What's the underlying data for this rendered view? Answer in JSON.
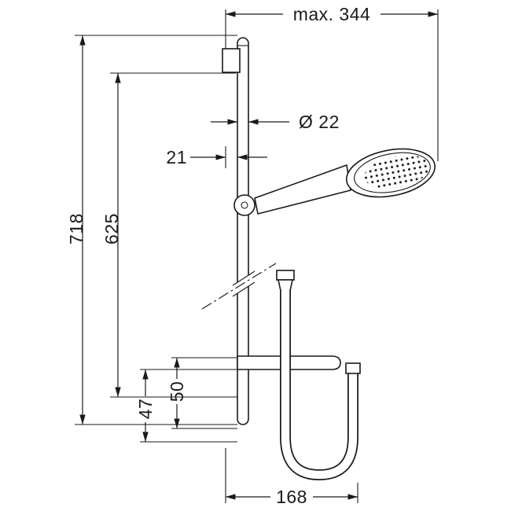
{
  "colors": {
    "background": "#ffffff",
    "line": "#1a1a1a"
  },
  "dimensions": {
    "max_width": "max. 344",
    "total_height": "718",
    "bar_height": "625",
    "bar_diameter": "Ø 22",
    "slider_offset": "21",
    "lower_offset_inner": "50",
    "lower_offset_outer": "47",
    "hose_loop_width": "168"
  }
}
